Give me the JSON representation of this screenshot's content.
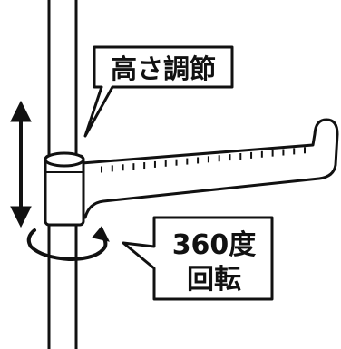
{
  "callouts": {
    "height": {
      "label": "高さ調節"
    },
    "rotation": {
      "line1": "360度",
      "line2": "回転"
    }
  },
  "icons": {
    "height_arrow": "double-vertical-arrow-icon",
    "rotation_arrow": "rotation-arrow-icon"
  },
  "colors": {
    "stroke": "#111111",
    "fill": "#ffffff"
  }
}
